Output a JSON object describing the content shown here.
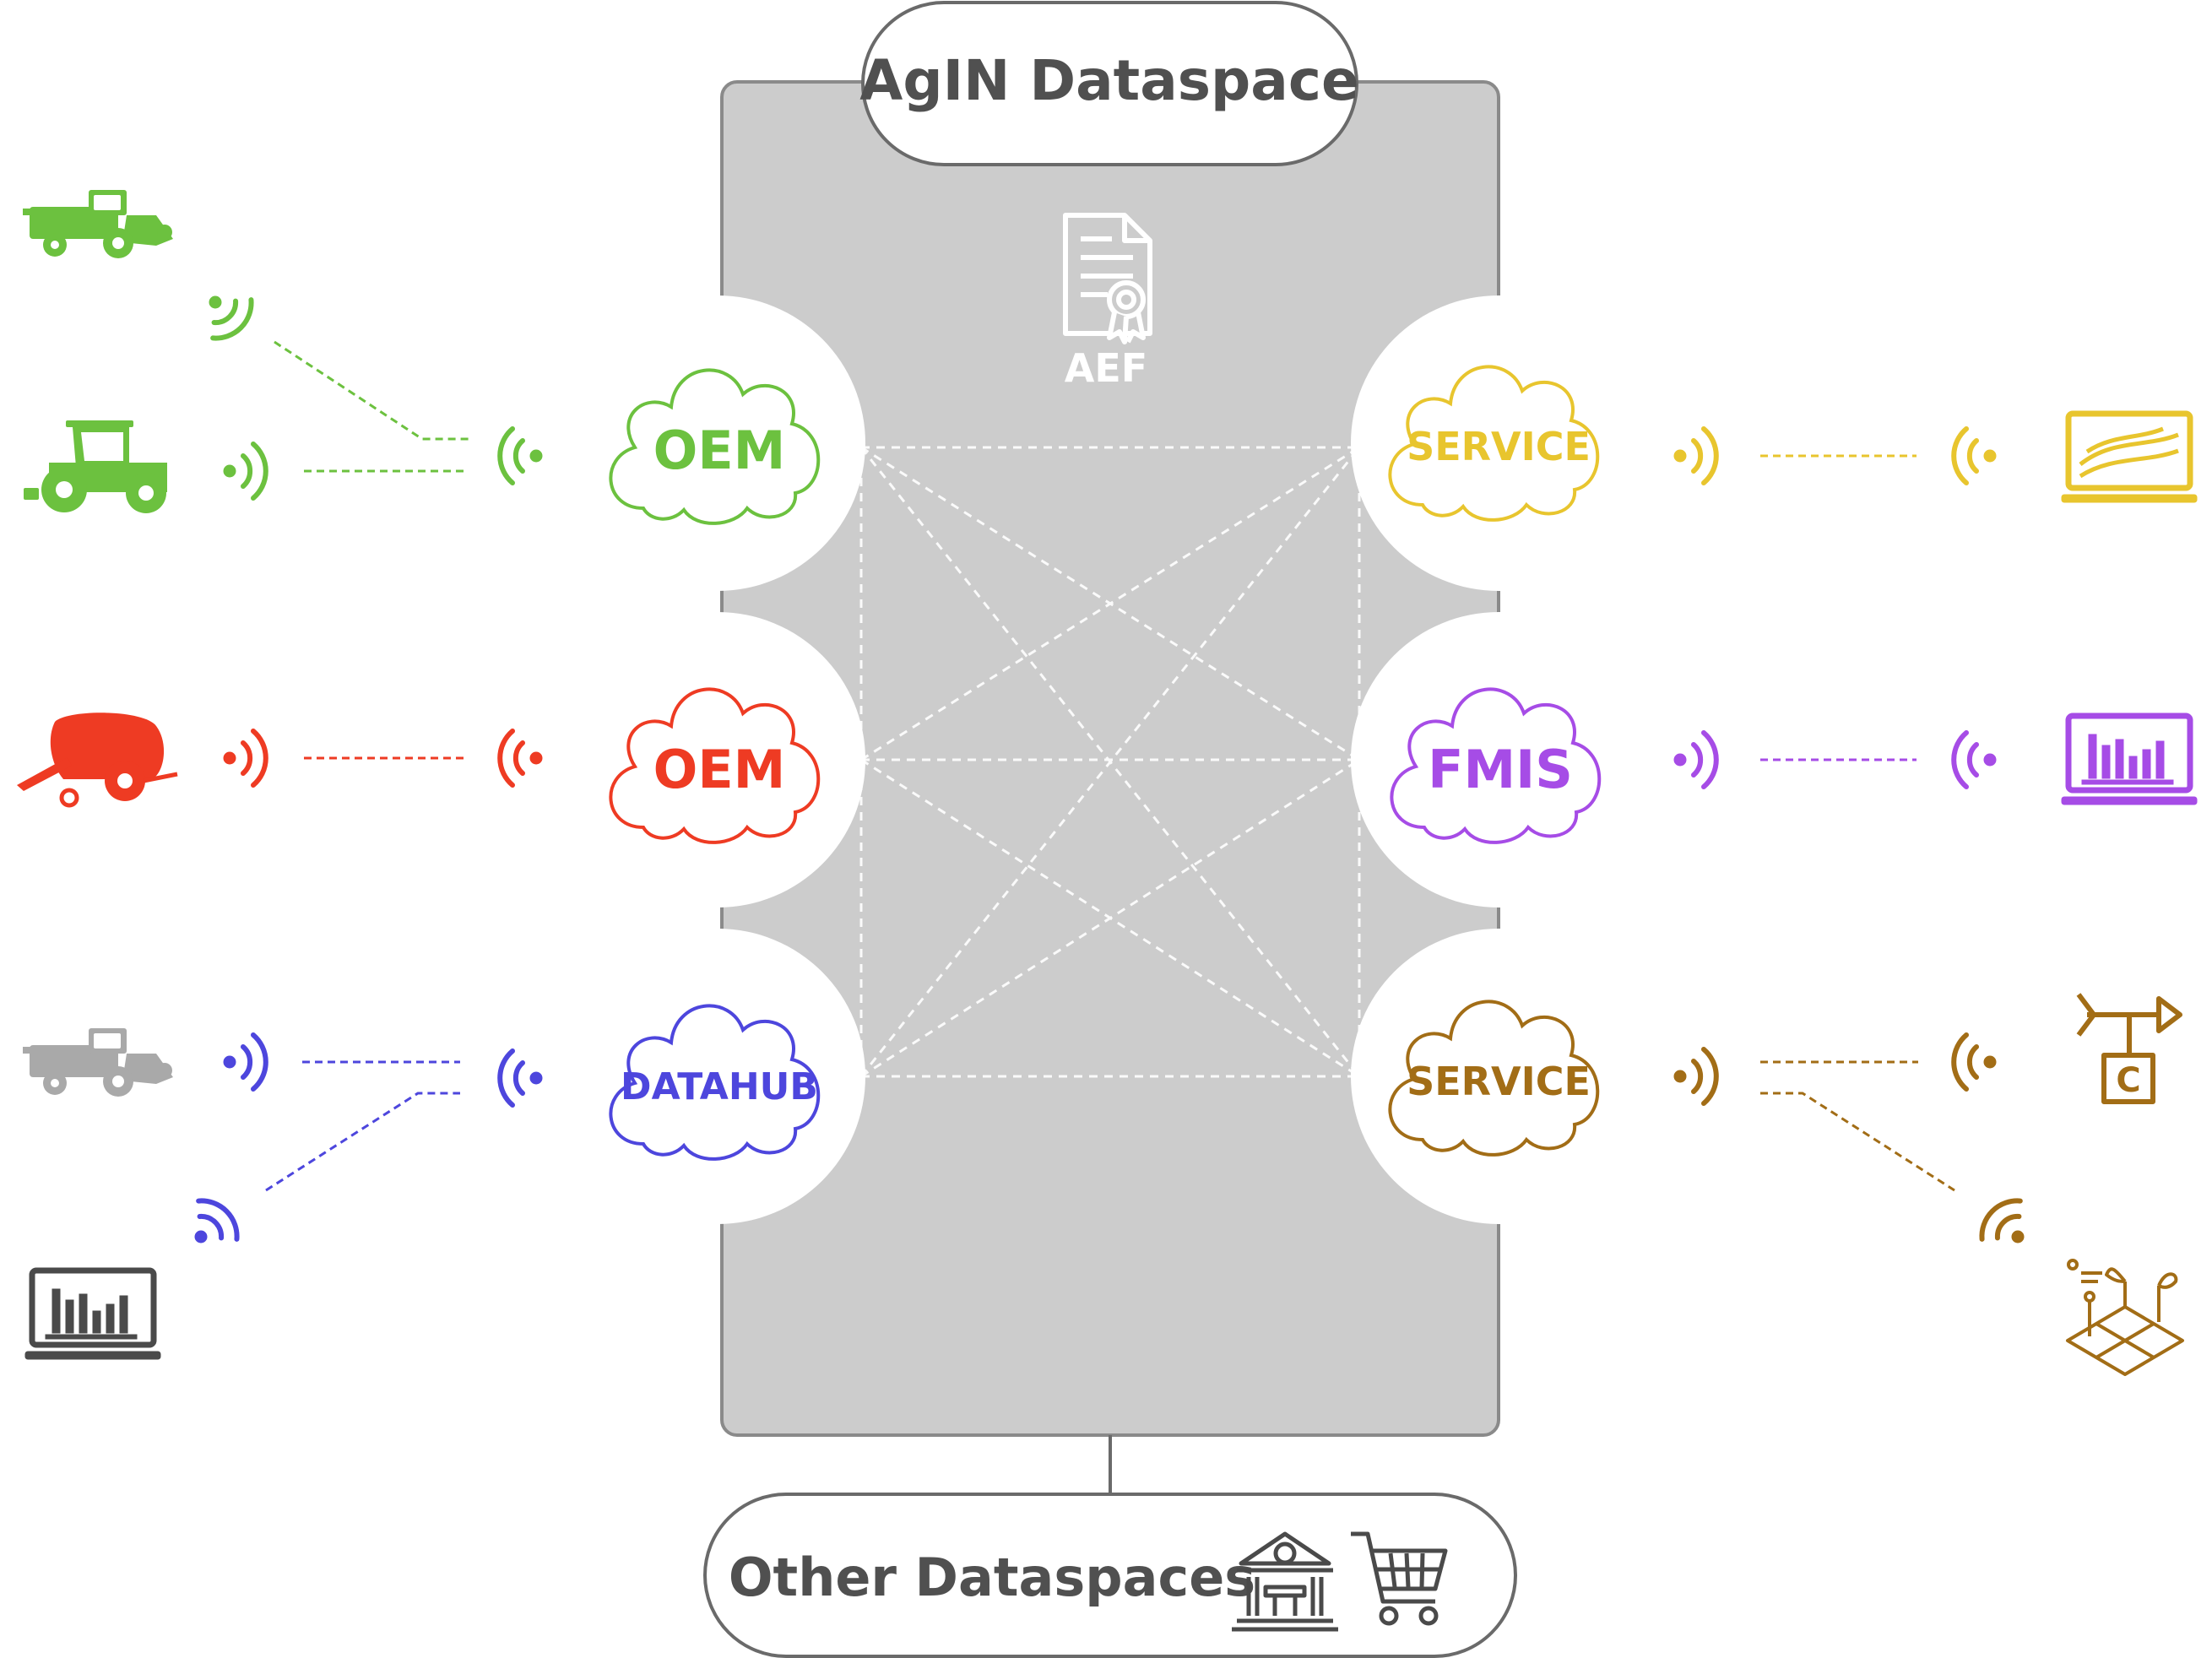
{
  "title": "AgIN Dataspace",
  "center_label": "AEF",
  "bottom_label": "Other Dataspaces",
  "clouds": {
    "left_top": "OEM",
    "left_mid": "OEM",
    "left_bottom": "DATAHUB",
    "right_top": "SERVICE",
    "right_mid": "FMIS",
    "right_bottom": "SERVICE"
  },
  "colors": {
    "green": "#6cc13f",
    "red": "#ee3b23",
    "blue": "#4d46dd",
    "yellow": "#e8c52e",
    "purple": "#a64ce6",
    "brown": "#a26d16",
    "gray_icon": "#a9a9a9",
    "dark_icon": "#4a4a4a",
    "panel": "#cccccc",
    "panel_border": "#8a8a8a",
    "text": "#505050"
  },
  "icons": {
    "left": [
      "combine-harvester-icon",
      "tractor-icon",
      "baler-icon",
      "combine-harvester-icon",
      "laptop-chart-icon"
    ],
    "right": [
      "laptop-field-icon",
      "laptop-chart-icon",
      "weather-station-icon",
      "smart-farming-icon"
    ],
    "center": "certificate-icon",
    "bottom": [
      "bank-icon",
      "shopping-cart-icon"
    ]
  }
}
